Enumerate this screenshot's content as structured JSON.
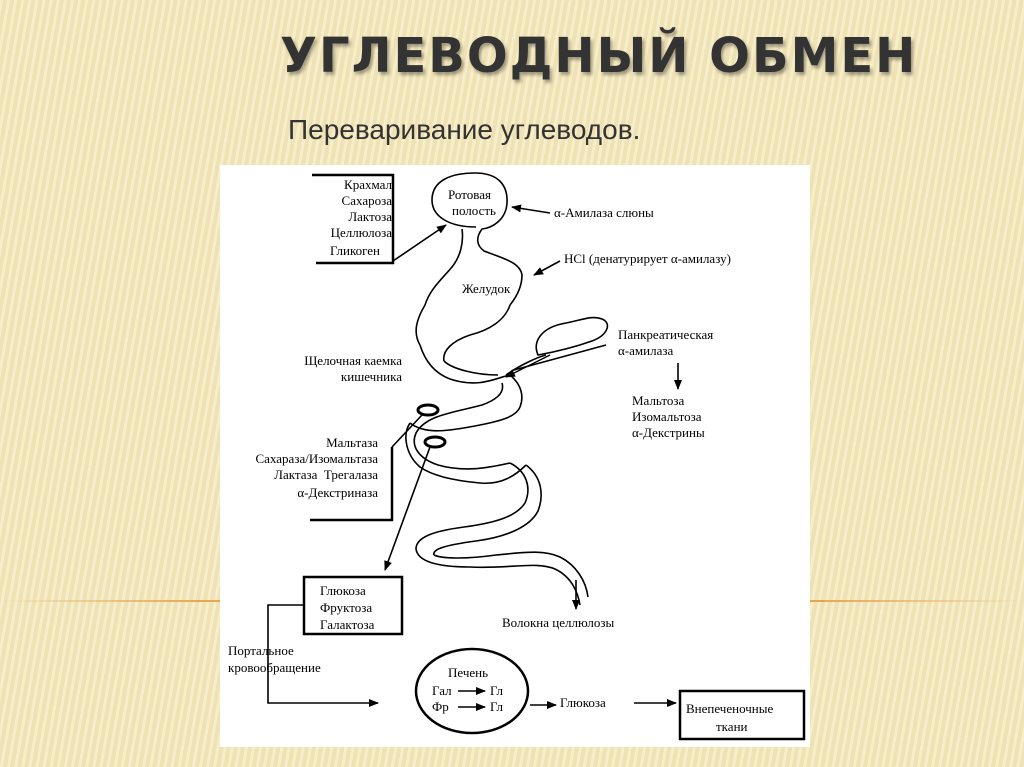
{
  "title": "УГЛЕВОДНЫЙ ОБМЕН",
  "subtitle": "Переваривание углеводов.",
  "diagram": {
    "carbs": [
      "Крахмал",
      "Сахароза",
      "Лактоза",
      "Целлюлоза",
      "Гликоген"
    ],
    "mouth": [
      "Ротовая",
      "полость"
    ],
    "saliva_amylase": "α-Амилаза слюны",
    "hcl": "HCl (денатурирует α-амилазу)",
    "stomach": "Желудок",
    "pancreatic": [
      "Панкреатическая",
      "α-амилаза"
    ],
    "pancreatic_products": [
      "Мальтоза",
      "Изомальтоза",
      "α-Декстрины"
    ],
    "brush_border": [
      "Щелочная каемка",
      "кишечника"
    ],
    "enzymes": [
      "Мальтаза",
      "Сахараза/Изомальтаза",
      "Лактаза  Трегалаза",
      "α-Декстриназа"
    ],
    "monosaccharides": [
      "Глюкоза",
      "Фруктоза",
      "Галактоза"
    ],
    "cellulose_fibers": "Волокна целлюлозы",
    "portal": [
      "Портальное",
      "кровообращение"
    ],
    "liver": {
      "title": "Печень",
      "row1_from": "Гал",
      "row1_to": "Гл",
      "row2_from": "Фр",
      "row2_to": "Гл"
    },
    "glucose": "Глюкоза",
    "tissues": [
      "Внепеченочные",
      "ткани"
    ]
  }
}
